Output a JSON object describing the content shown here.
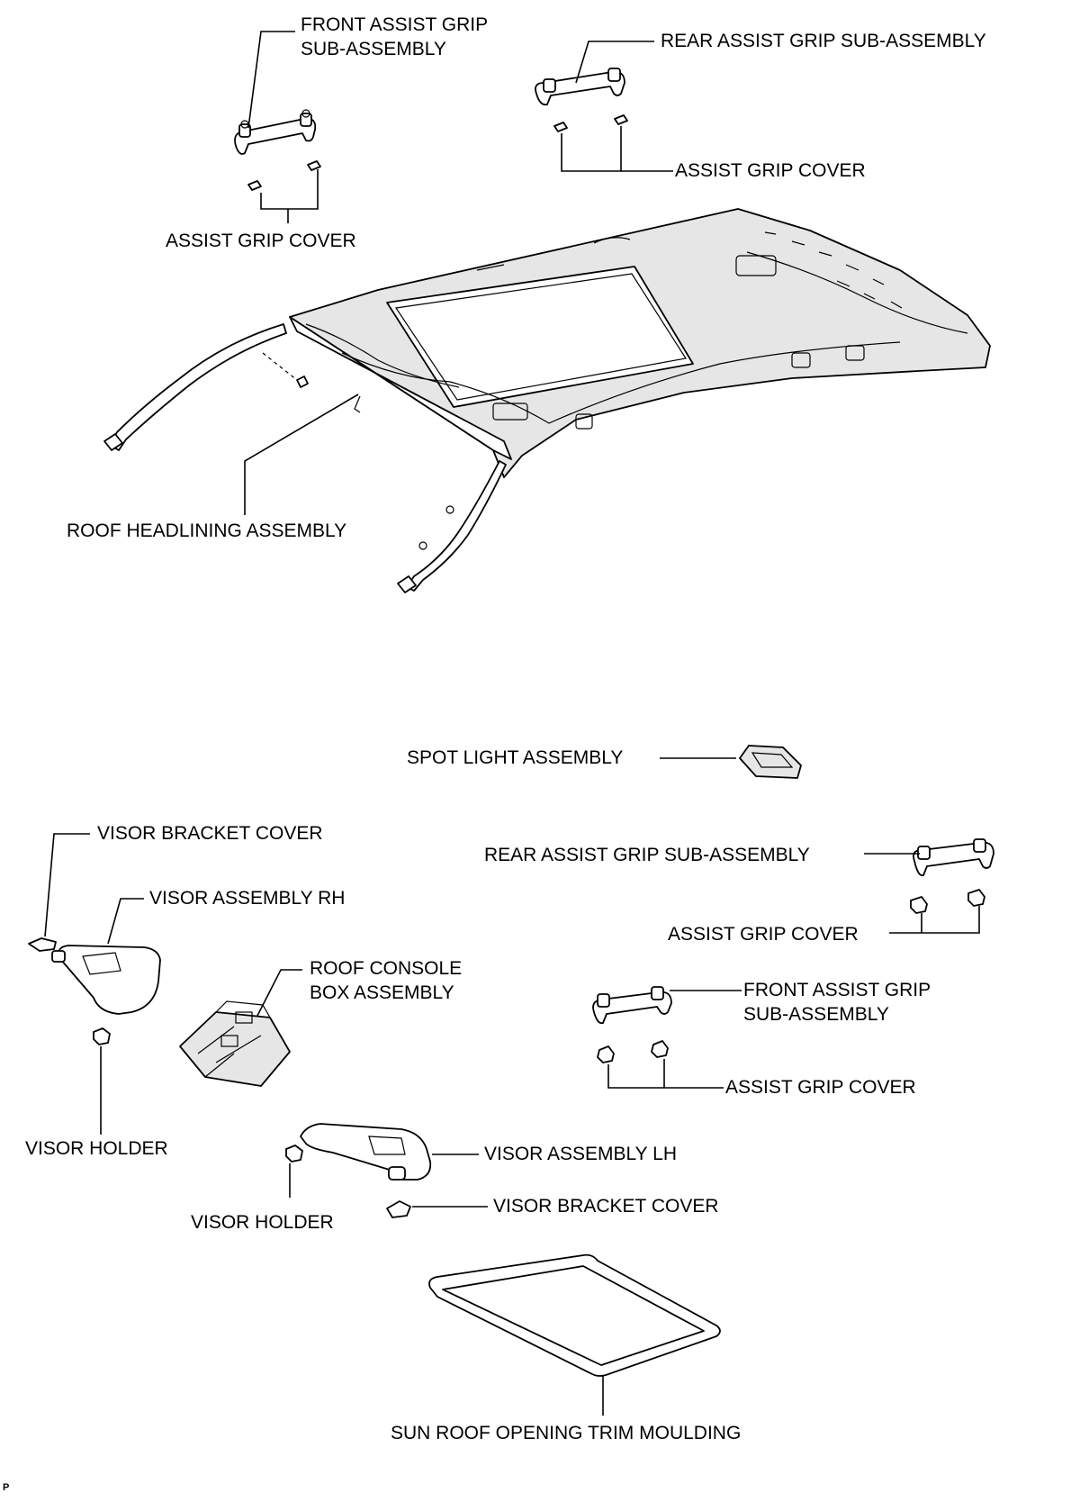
{
  "labels": {
    "front_grip_top": "FRONT ASSIST GRIP\nSUB-ASSEMBLY",
    "rear_grip_top": "REAR ASSIST GRIP SUB-ASSEMBLY",
    "grip_cover_top_right": "ASSIST GRIP COVER",
    "grip_cover_top_left": "ASSIST GRIP COVER",
    "roof_headlining": "ROOF HEADLINING ASSEMBLY",
    "spot_light": "SPOT LIGHT ASSEMBLY",
    "visor_bracket_cover_rh": "VISOR BRACKET COVER",
    "rear_grip_bottom": "REAR ASSIST GRIP SUB-ASSEMBLY",
    "visor_assembly_rh": "VISOR ASSEMBLY RH",
    "grip_cover_bottom_1": "ASSIST GRIP COVER",
    "roof_console": "ROOF CONSOLE\nBOX ASSEMBLY",
    "front_grip_bottom": "FRONT ASSIST GRIP\nSUB-ASSEMBLY",
    "grip_cover_bottom_2": "ASSIST GRIP COVER",
    "visor_holder_rh": "VISOR HOLDER",
    "visor_assembly_lh": "VISOR ASSEMBLY LH",
    "visor_bracket_cover_lh": "VISOR BRACKET COVER",
    "visor_holder_lh": "VISOR HOLDER",
    "sunroof_trim": "SUN ROOF OPENING TRIM MOULDING"
  },
  "figure_id": "P"
}
